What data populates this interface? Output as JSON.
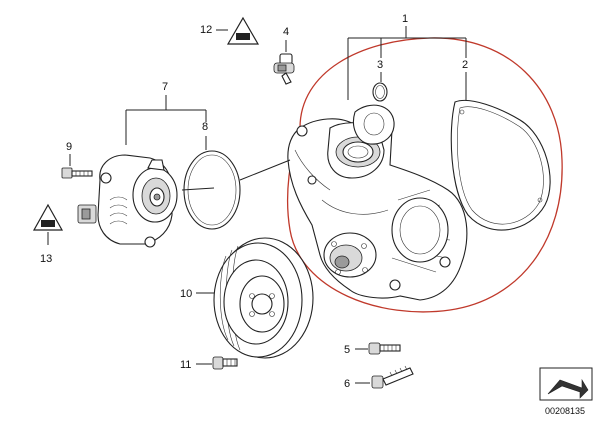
{
  "diagram": {
    "callouts": {
      "c1": "1",
      "c2": "2",
      "c3": "3",
      "c4": "4",
      "c5": "5",
      "c6": "6",
      "c7": "7",
      "c8": "8",
      "c9": "9",
      "c10": "10",
      "c11": "11",
      "c12": "12",
      "c13": "13"
    },
    "highlight_color": "#c0392b",
    "warning_symbol_text": "",
    "reference_number": "00208135"
  }
}
